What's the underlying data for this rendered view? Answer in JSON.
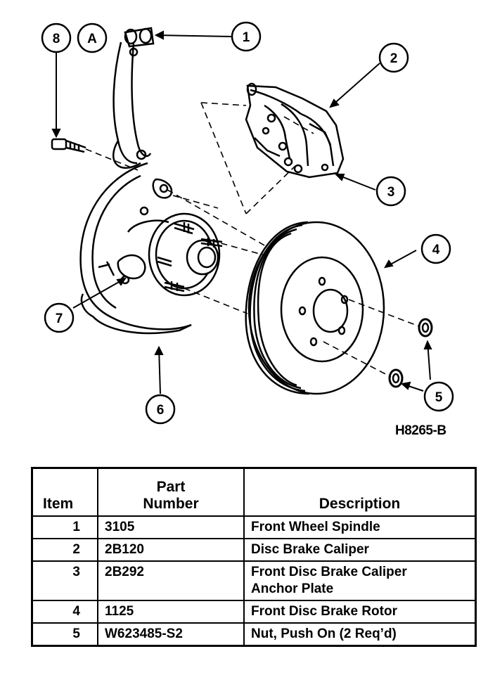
{
  "diagram": {
    "callouts": [
      "1",
      "2",
      "3",
      "4",
      "5",
      "6",
      "7",
      "8",
      "A"
    ],
    "figure_code": "H8265-B"
  },
  "table": {
    "headers": {
      "item": "Item",
      "part_line1": "Part",
      "part_line2": "Number",
      "description": "Description"
    },
    "rows": [
      {
        "item": "1",
        "part": "3105",
        "description": "Front Wheel Spindle"
      },
      {
        "item": "2",
        "part": "2B120",
        "description": "Disc Brake Caliper"
      },
      {
        "item": "3",
        "part": "2B292",
        "description": "Front Disc Brake Caliper\nAnchor Plate"
      },
      {
        "item": "4",
        "part": "1125",
        "description": "Front Disc Brake Rotor"
      },
      {
        "item": "5",
        "part": "W623485-S2",
        "description": "Nut, Push On (2 Req’d)"
      }
    ]
  }
}
